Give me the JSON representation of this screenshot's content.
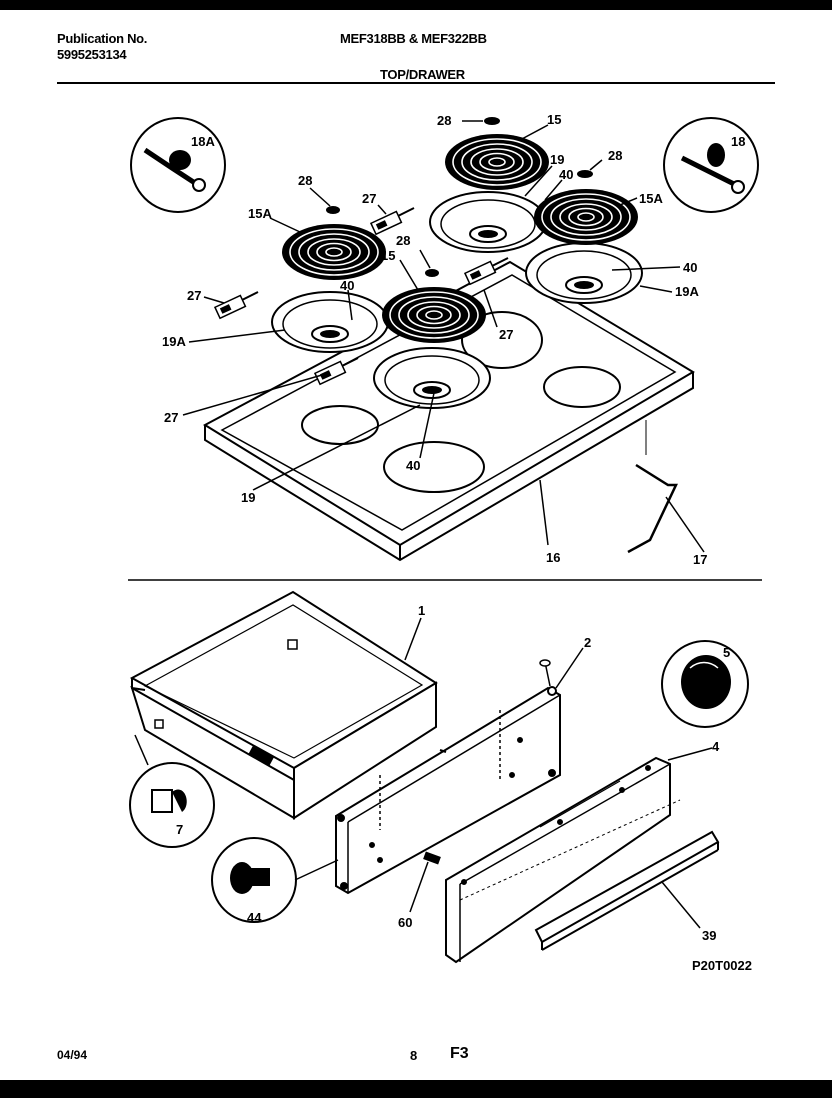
{
  "header": {
    "publication_label": "Publication No.",
    "publication_number": "5995253134",
    "models": "MEF318BB & MEF322BB",
    "section": "TOP/DRAWER"
  },
  "callouts": {
    "c18A": "18A",
    "c18": "18",
    "c28a": "28",
    "c15a": "15",
    "c19a": "19",
    "c40a": "40",
    "c28b": "28",
    "c15Aa": "15A",
    "c28c": "28",
    "c27a": "27",
    "c15Ab": "15A",
    "c28d": "28",
    "c15b": "15",
    "c40b": "40",
    "c19Aa": "19A",
    "c27b": "27",
    "c40c": "40",
    "c19Ab": "19A",
    "c27c": "27",
    "c27d": "27",
    "c40d": "40",
    "c19b": "19",
    "c16": "16",
    "c17": "17",
    "c1": "1",
    "c2": "2",
    "c5": "5",
    "c4": "4",
    "c7": "7",
    "c44": "44",
    "c60": "60",
    "c39": "39"
  },
  "figure_id": "P20T0022",
  "footer": {
    "date": "04/94",
    "page": "8",
    "code": "F3"
  }
}
